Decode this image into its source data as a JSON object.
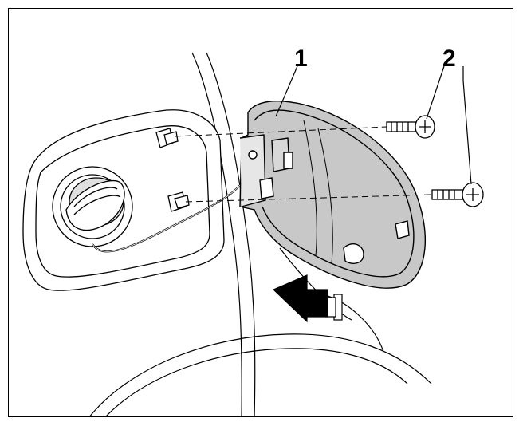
{
  "diagram": {
    "callouts": [
      {
        "number": "1",
        "part": "fuel-filler-flap"
      },
      {
        "number": "2",
        "part": "screws"
      }
    ],
    "colors": {
      "line": "#000000",
      "flap_fill": "#c8c8c8",
      "background": "#ffffff"
    },
    "icons": [
      "arrow-direction-icon",
      "screw-icon"
    ]
  }
}
